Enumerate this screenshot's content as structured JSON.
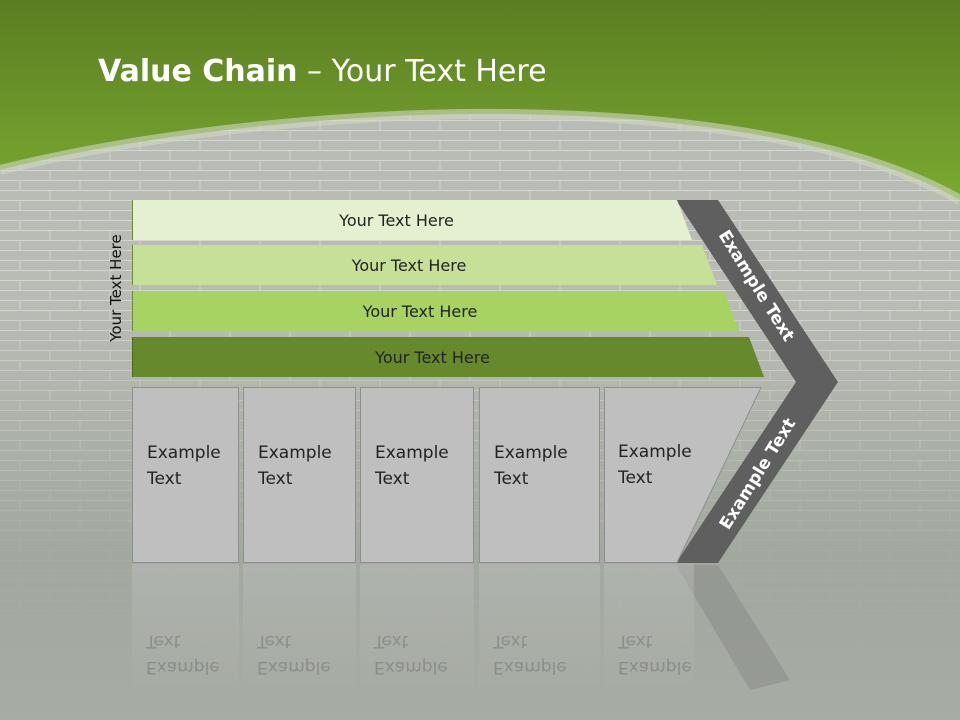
{
  "slide": {
    "title_bold": "Value Chain",
    "title_rest": " – Your Text Here",
    "side_label": "Your Text Here",
    "bars": [
      {
        "label": "Your Text Here",
        "color": "#e4f0cf"
      },
      {
        "label": "Your Text Here",
        "color": "#c6e197"
      },
      {
        "label": "Your Text Here",
        "color": "#a6d362"
      },
      {
        "label": "Your Text Here",
        "color": "#66892b"
      }
    ],
    "columns": [
      {
        "line1": "Example",
        "line2": "Text"
      },
      {
        "line1": "Example",
        "line2": "Text"
      },
      {
        "line1": "Example",
        "line2": "Text"
      },
      {
        "line1": "Example",
        "line2": "Text"
      },
      {
        "line1": "Example",
        "line2": "Text"
      }
    ],
    "chevron_top": "Example Text",
    "chevron_bottom": "Example Text",
    "chevron_color": "#5f5f5f",
    "header_color": "#6d9f2a"
  }
}
